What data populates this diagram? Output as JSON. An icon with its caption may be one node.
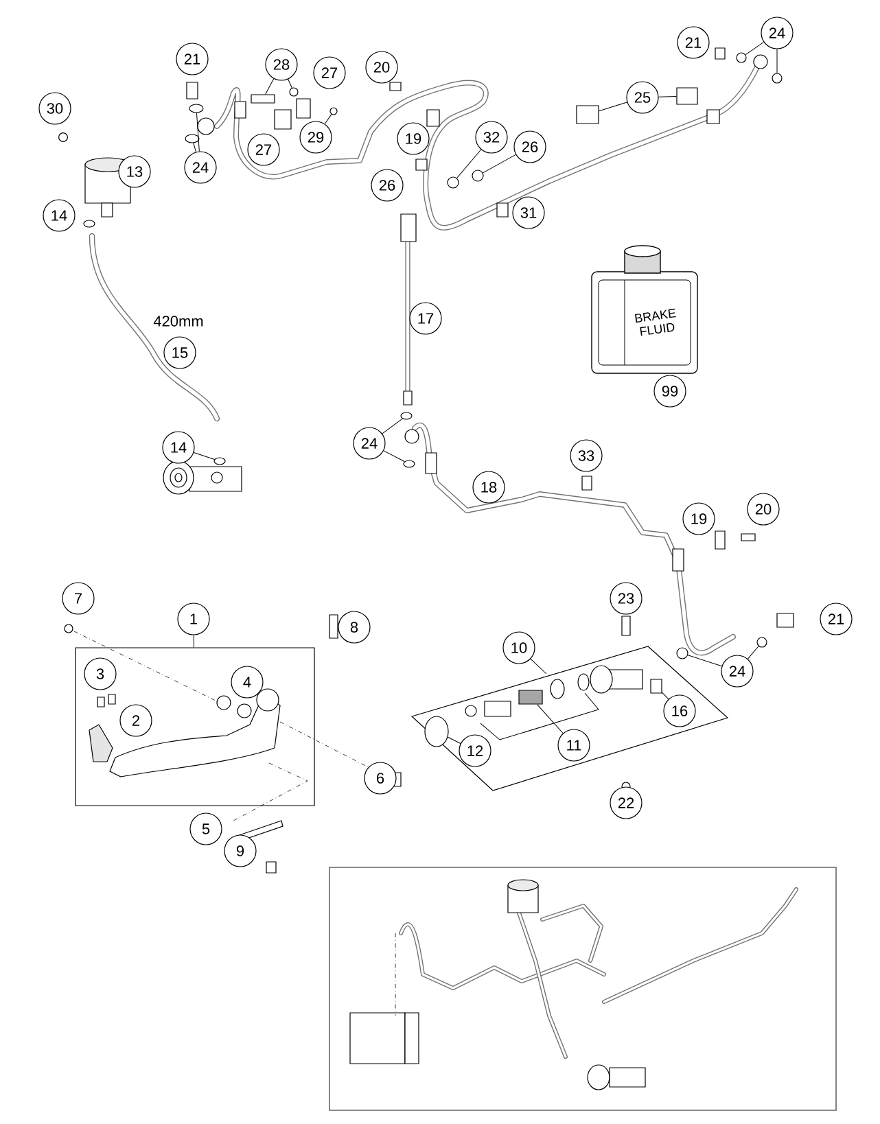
{
  "diagram": {
    "nodes": [
      {
        "text": [
          "24"
        ]
      },
      {
        "text": [
          "28"
        ]
      },
      {
        "text": [
          "29"
        ]
      },
      {
        "text": [
          "25"
        ]
      },
      {
        "text": [
          "32"
        ]
      },
      {
        "text": [
          "26"
        ]
      },
      {
        "text": [
          "24"
        ]
      },
      {
        "text": [
          "14"
        ]
      },
      {
        "text": [
          "24"
        ]
      },
      {
        "text": [
          "1"
        ]
      },
      {
        "text": [],
        "shape": "box"
      },
      {
        "text": [
          "10"
        ]
      },
      {
        "text": [],
        "shape": "box"
      },
      {
        "text": [
          "11"
        ],
        "in": 12
      },
      {
        "text": [
          "12"
        ],
        "in": 12
      },
      {
        "text": [
          "16"
        ],
        "in": 12
      },
      {
        "text": [
          "24"
        ]
      },
      {
        "text": [
          "21"
        ]
      },
      {
        "text": [
          "27"
        ]
      },
      {
        "text": [
          "20"
        ]
      },
      {
        "text": [
          "21"
        ]
      },
      {
        "text": [
          "30"
        ]
      },
      {
        "text": [
          "27"
        ]
      },
      {
        "text": [
          "19"
        ]
      },
      {
        "text": [
          "13"
        ]
      },
      {
        "text": [
          "26"
        ]
      },
      {
        "text": [
          "31"
        ]
      },
      {
        "text": [
          "14"
        ]
      },
      {
        "text": [
          "17"
        ]
      },
      {
        "text": [
          "15"
        ]
      },
      {
        "text": [
          "99"
        ]
      },
      {
        "text": [
          "33"
        ]
      },
      {
        "text": [
          "18"
        ]
      },
      {
        "text": [
          "20"
        ]
      },
      {
        "text": [
          "19"
        ]
      },
      {
        "text": [
          "7"
        ]
      },
      {
        "text": [
          "23"
        ]
      },
      {
        "text": [
          "8"
        ]
      },
      {
        "text": [
          "3"
        ],
        "in": 10
      },
      {
        "text": [
          "4"
        ],
        "in": 10
      },
      {
        "text": [
          "21"
        ]
      },
      {
        "text": [
          "2"
        ],
        "in": 10
      },
      {
        "text": [
          "6"
        ]
      },
      {
        "text": [
          "22"
        ]
      },
      {
        "text": [
          "5"
        ]
      },
      {
        "text": [
          "9"
        ]
      },
      {
        "text": [],
        "shape": "spring",
        "in": 12
      },
      {
        "text": [],
        "shape": "cylinder",
        "in": 12
      },
      {
        "text": [],
        "shape": "box",
        "in": 12
      },
      {
        "text": [],
        "shape": "circle"
      },
      {
        "text": [],
        "shape": "circle"
      },
      {
        "text": [],
        "shape": "box"
      },
      {
        "text": [],
        "shape": "circle"
      },
      {
        "text": [],
        "shape": "circle"
      },
      {
        "text": [],
        "shape": "box"
      },
      {
        "text": [],
        "shape": "box"
      },
      {
        "text": [],
        "shape": "circle"
      },
      {
        "text": [],
        "shape": "circle"
      },
      {
        "text": [],
        "shape": "circle"
      },
      {
        "text": [],
        "shape": "circle"
      },
      {
        "text": [],
        "shape": "circle"
      },
      {
        "text": [],
        "shape": "circle"
      },
      {
        "text": [],
        "shape": "circle"
      },
      {
        "text": [],
        "shape": "circle"
      },
      {
        "text": [],
        "shape": "circle"
      }
    ],
    "edges": [
      {
        "from": 0,
        "to": 49,
        "arrow": "none"
      },
      {
        "from": 0,
        "to": 50,
        "arrow": "none"
      },
      {
        "from": 1,
        "to": 51,
        "arrow": "none"
      },
      {
        "from": 1,
        "to": 52,
        "arrow": "none"
      },
      {
        "from": 2,
        "to": 53,
        "arrow": "none"
      },
      {
        "from": 3,
        "to": 54,
        "arrow": "none"
      },
      {
        "from": 3,
        "to": 55,
        "arrow": "none"
      },
      {
        "from": 4,
        "to": 56,
        "arrow": "none"
      },
      {
        "from": 5,
        "to": 57,
        "arrow": "none"
      },
      {
        "from": 6,
        "to": 58,
        "arrow": "none"
      },
      {
        "from": 6,
        "to": 59,
        "arrow": "none"
      },
      {
        "from": 7,
        "to": 60,
        "arrow": "none"
      },
      {
        "from": 8,
        "to": 61,
        "arrow": "none"
      },
      {
        "from": 8,
        "to": 62,
        "arrow": "none"
      },
      {
        "from": 9,
        "to": 10,
        "arrow": "none"
      },
      {
        "from": 11,
        "to": 12,
        "arrow": "none"
      },
      {
        "from": 13,
        "to": 46,
        "arrow": "none"
      },
      {
        "from": 14,
        "to": 47,
        "arrow": "none"
      },
      {
        "from": 15,
        "to": 48,
        "arrow": "none"
      },
      {
        "from": 16,
        "to": 63,
        "arrow": "none"
      },
      {
        "from": 16,
        "to": 64,
        "arrow": "none"
      }
    ],
    "labels": [
      "420mm",
      "BRAKE FLUID"
    ]
  }
}
